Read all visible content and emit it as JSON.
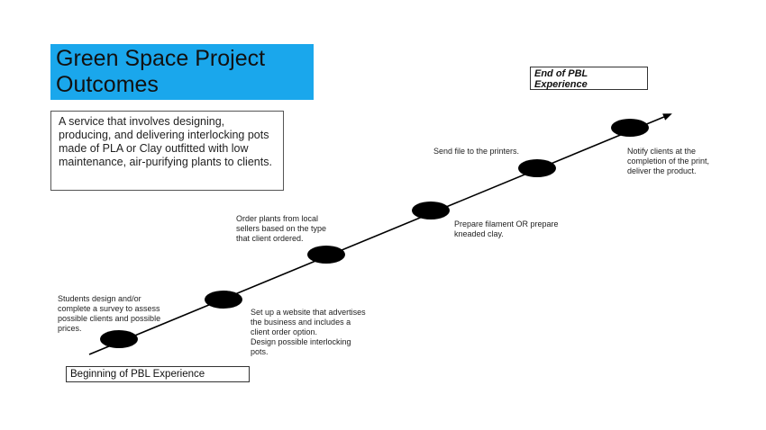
{
  "title": "Green Space Project\nOutcomes",
  "description": "A service that involves designing, producing, and delivering interlocking pots made of PLA or Clay outfitted with low maintenance, air-purifying plants to clients.",
  "end_label": "End of PBL\nExperience",
  "begin_label": "Beginning of PBL Experience",
  "steps": [
    "Students design and/or\ncomplete a survey to assess\npossible clients and possible\nprices.",
    "Set up a website that advertises\nthe business and includes a\nclient order option.\nDesign possible interlocking\npots.",
    "Order plants from local\nsellers based on the type\nthat client ordered.",
    "Prepare filament OR prepare\nkneaded clay.",
    "Send file to the printers.",
    "Notify clients at the\ncompletion of the print,\ndeliver the product."
  ],
  "colors": {
    "title_bg": "#1aa7ec",
    "node": "#000000",
    "line": "#000000"
  }
}
